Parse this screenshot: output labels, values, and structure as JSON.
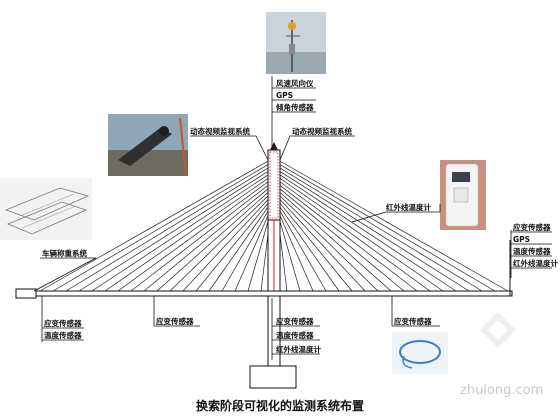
{
  "labels": {
    "anemometer": "风速风向仪",
    "gps_top": "GPS",
    "tilt": "倾角传感器",
    "video_left": "动态视频监视系统",
    "video_right": "动态视频监视系统",
    "infrared_top": "红外线温度计",
    "weigh": "车辆称重系统",
    "right_strain": "应变传感器",
    "right_gps": "GPS",
    "right_temp": "温度传感器",
    "right_infrared": "红外线温度计",
    "left_strain": "应变传感器",
    "left_temp": "温度传感器",
    "mid_strain_left": "应变传感器",
    "tower_strain": "应变传感器",
    "tower_temp": "温度传感器",
    "tower_infrared": "红外线温度计",
    "mid_strain_right": "应变传感器"
  },
  "caption": "换索阶段可视化的监测系统布置",
  "watermark": "zhulong.com",
  "colors": {
    "line": "#111111",
    "sensor_highlight": "#cc2222",
    "deck": "#222222",
    "photo_bg": "#d7dde2"
  }
}
